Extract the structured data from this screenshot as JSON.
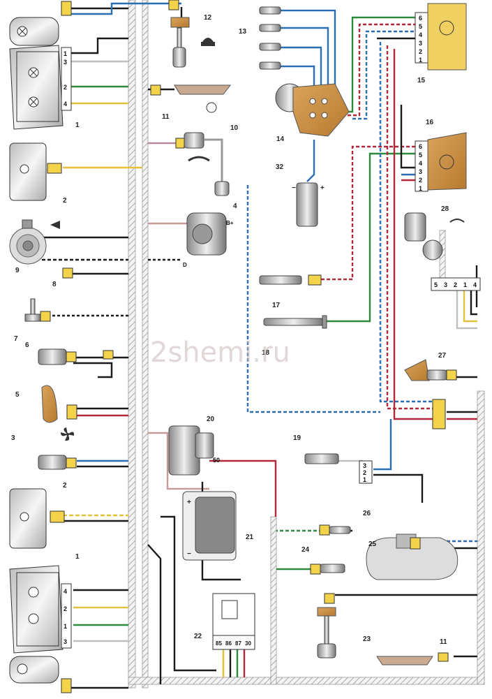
{
  "watermark": "2shemi.ru",
  "labels": {
    "headlamp_top": "1",
    "fog_top": "2",
    "horn": "9",
    "horn_conn": "8",
    "oil_sensor": "7",
    "switch6": "6",
    "fan_switch": "5",
    "temp_sensor3": "3",
    "fog_bottom": "2",
    "headlamp_bottom": "1",
    "oil_pressure12": "12",
    "brake_fluid11": "11",
    "washer10": "10",
    "generator4": "4",
    "spark13": "13",
    "distributor14": "14",
    "switch15": "15",
    "coil32": "32",
    "module16": "16",
    "sensor17": "17",
    "sensor18": "18",
    "sensor19": "19",
    "starter20": "20",
    "battery21": "21",
    "relay22": "22",
    "sensor23": "23",
    "sensor24": "24",
    "tank25": "25",
    "sensor26": "26",
    "sensor27": "27",
    "wiper28": "28",
    "brake11b": "11"
  },
  "pins": {
    "hl_top": [
      "1",
      "3",
      "2",
      "4"
    ],
    "hl_bottom": [
      "4",
      "2",
      "1",
      "3"
    ],
    "switch15": [
      "6",
      "5",
      "4",
      "3",
      "2",
      "1"
    ],
    "module16": [
      "6",
      "5",
      "4",
      "3",
      "2",
      "1"
    ],
    "wiper_block": [
      "5",
      "3",
      "2",
      "1",
      "4"
    ],
    "conn19": [
      "3",
      "2",
      "1"
    ],
    "relay22": [
      "85",
      "86",
      "87",
      "30"
    ],
    "gen_b": "B+",
    "gen_d": "D",
    "coil_minus": "−",
    "coil_plus": "+",
    "starter_50": "50",
    "bat_plus": "+",
    "bat_minus": "−"
  }
}
